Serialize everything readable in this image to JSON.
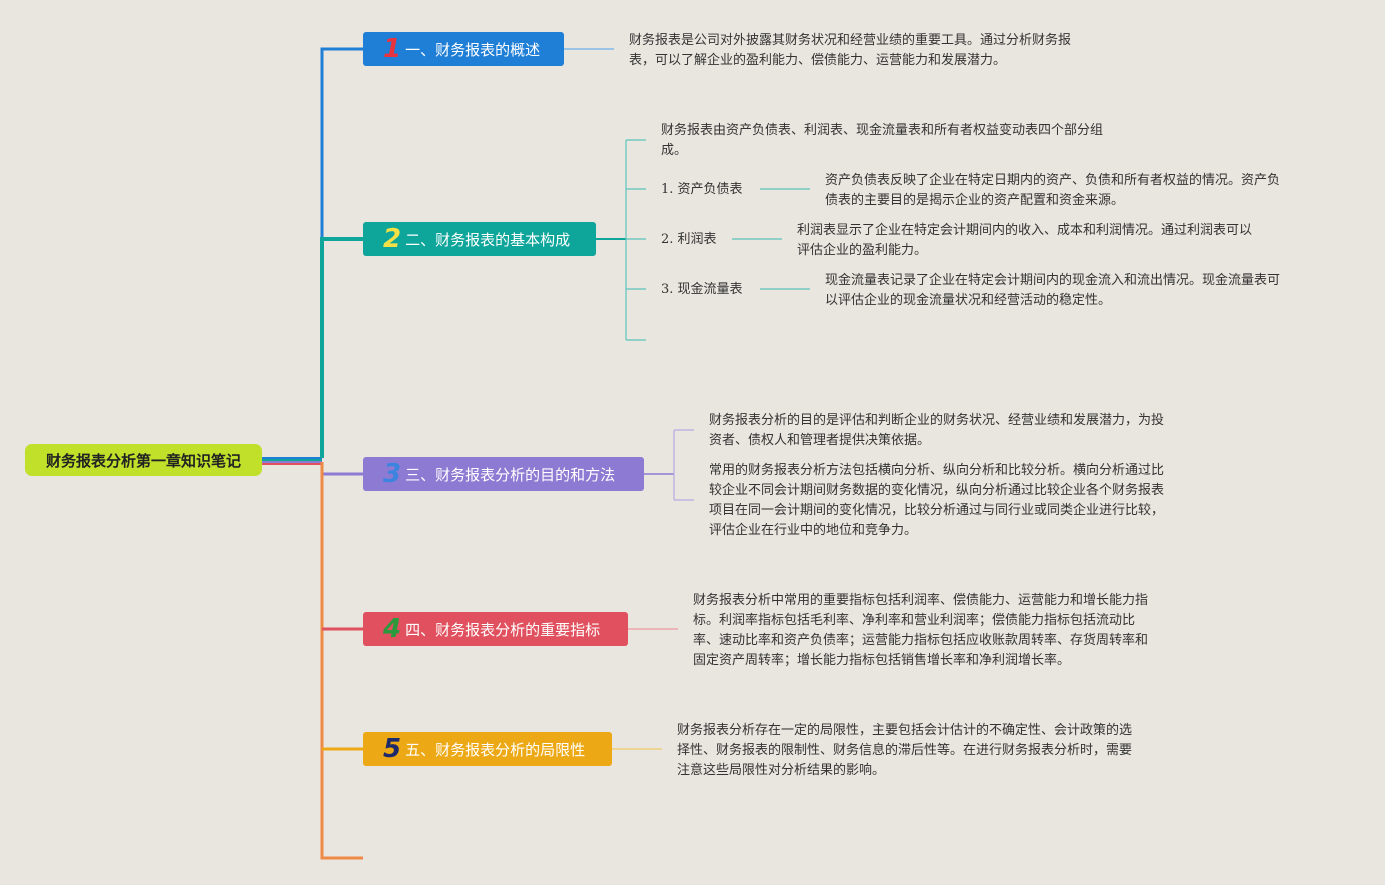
{
  "root": {
    "title": "财务报表分析第一章知识笔记",
    "color": "#c0e02a"
  },
  "branches": [
    {
      "num": "1",
      "label": "一、财务报表的概述",
      "color": "#1f7fd6",
      "num_color": "#e8333f"
    },
    {
      "num": "2",
      "label": "二、财务报表的基本构成",
      "color": "#0ea59b",
      "num_color": "#f5e046"
    },
    {
      "num": "3",
      "label": "三、财务报表分析的目的和方法",
      "color": "#8d7ad3",
      "num_color": "#3b84e0"
    },
    {
      "num": "4",
      "label": "四、财务报表分析的重要指标",
      "color": "#e0505e",
      "num_color": "#2a9a3c"
    },
    {
      "num": "5",
      "label": "五、财务报表分析的局限性",
      "color": "#eda915",
      "num_color": "#1d2b6b"
    }
  ],
  "notes": {
    "b1": [
      "财务报表是公司对外披露其财务状况和经营业绩的重要工具。通过分析财务报",
      "表，可以了解企业的盈利能力、偿债能力、运营能力和发展潜力。"
    ],
    "b2_intro": [
      "财务报表由资产负债表、利润表、现金流量表和所有者权益变动表四个部分组",
      "成。"
    ],
    "b2_items": [
      {
        "label": "1. 资产负债表",
        "text": [
          "资产负债表反映了企业在特定日期内的资产、负债和所有者权益的情况。资产负",
          "债表的主要目的是揭示企业的资产配置和资金来源。"
        ]
      },
      {
        "label": "2. 利润表",
        "text": [
          "利润表显示了企业在特定会计期间内的收入、成本和利润情况。通过利润表可以",
          "评估企业的盈利能力。"
        ]
      },
      {
        "label": "3. 现金流量表",
        "text": [
          "现金流量表记录了企业在特定会计期间内的现金流入和流出情况。现金流量表可",
          "以评估企业的现金流量状况和经营活动的稳定性。"
        ]
      }
    ],
    "b3_a": [
      "财务报表分析的目的是评估和判断企业的财务状况、经营业绩和发展潜力，为投",
      "资者、债权人和管理者提供决策依据。"
    ],
    "b3_b": [
      "常用的财务报表分析方法包括横向分析、纵向分析和比较分析。横向分析通过比",
      "较企业不同会计期间财务数据的变化情况，纵向分析通过比较企业各个财务报表",
      "项目在同一会计期间的变化情况，比较分析通过与同行业或同类企业进行比较，",
      "评估企业在行业中的地位和竞争力。"
    ],
    "b4": [
      "财务报表分析中常用的重要指标包括利润率、偿债能力、运营能力和增长能力指",
      "标。利润率指标包括毛利率、净利率和营业利润率；偿债能力指标包括流动比",
      "率、速动比率和资产负债率；运营能力指标包括应收账款周转率、存货周转率和",
      "固定资产周转率；增长能力指标包括销售增长率和净利润增长率。"
    ],
    "b5": [
      "财务报表分析存在一定的局限性，主要包括会计估计的不确定性、会计政策的选",
      "择性、财务报表的限制性、财务信息的滞后性等。在进行财务报表分析时，需要",
      "注意这些局限性对分析结果的影响。"
    ]
  }
}
